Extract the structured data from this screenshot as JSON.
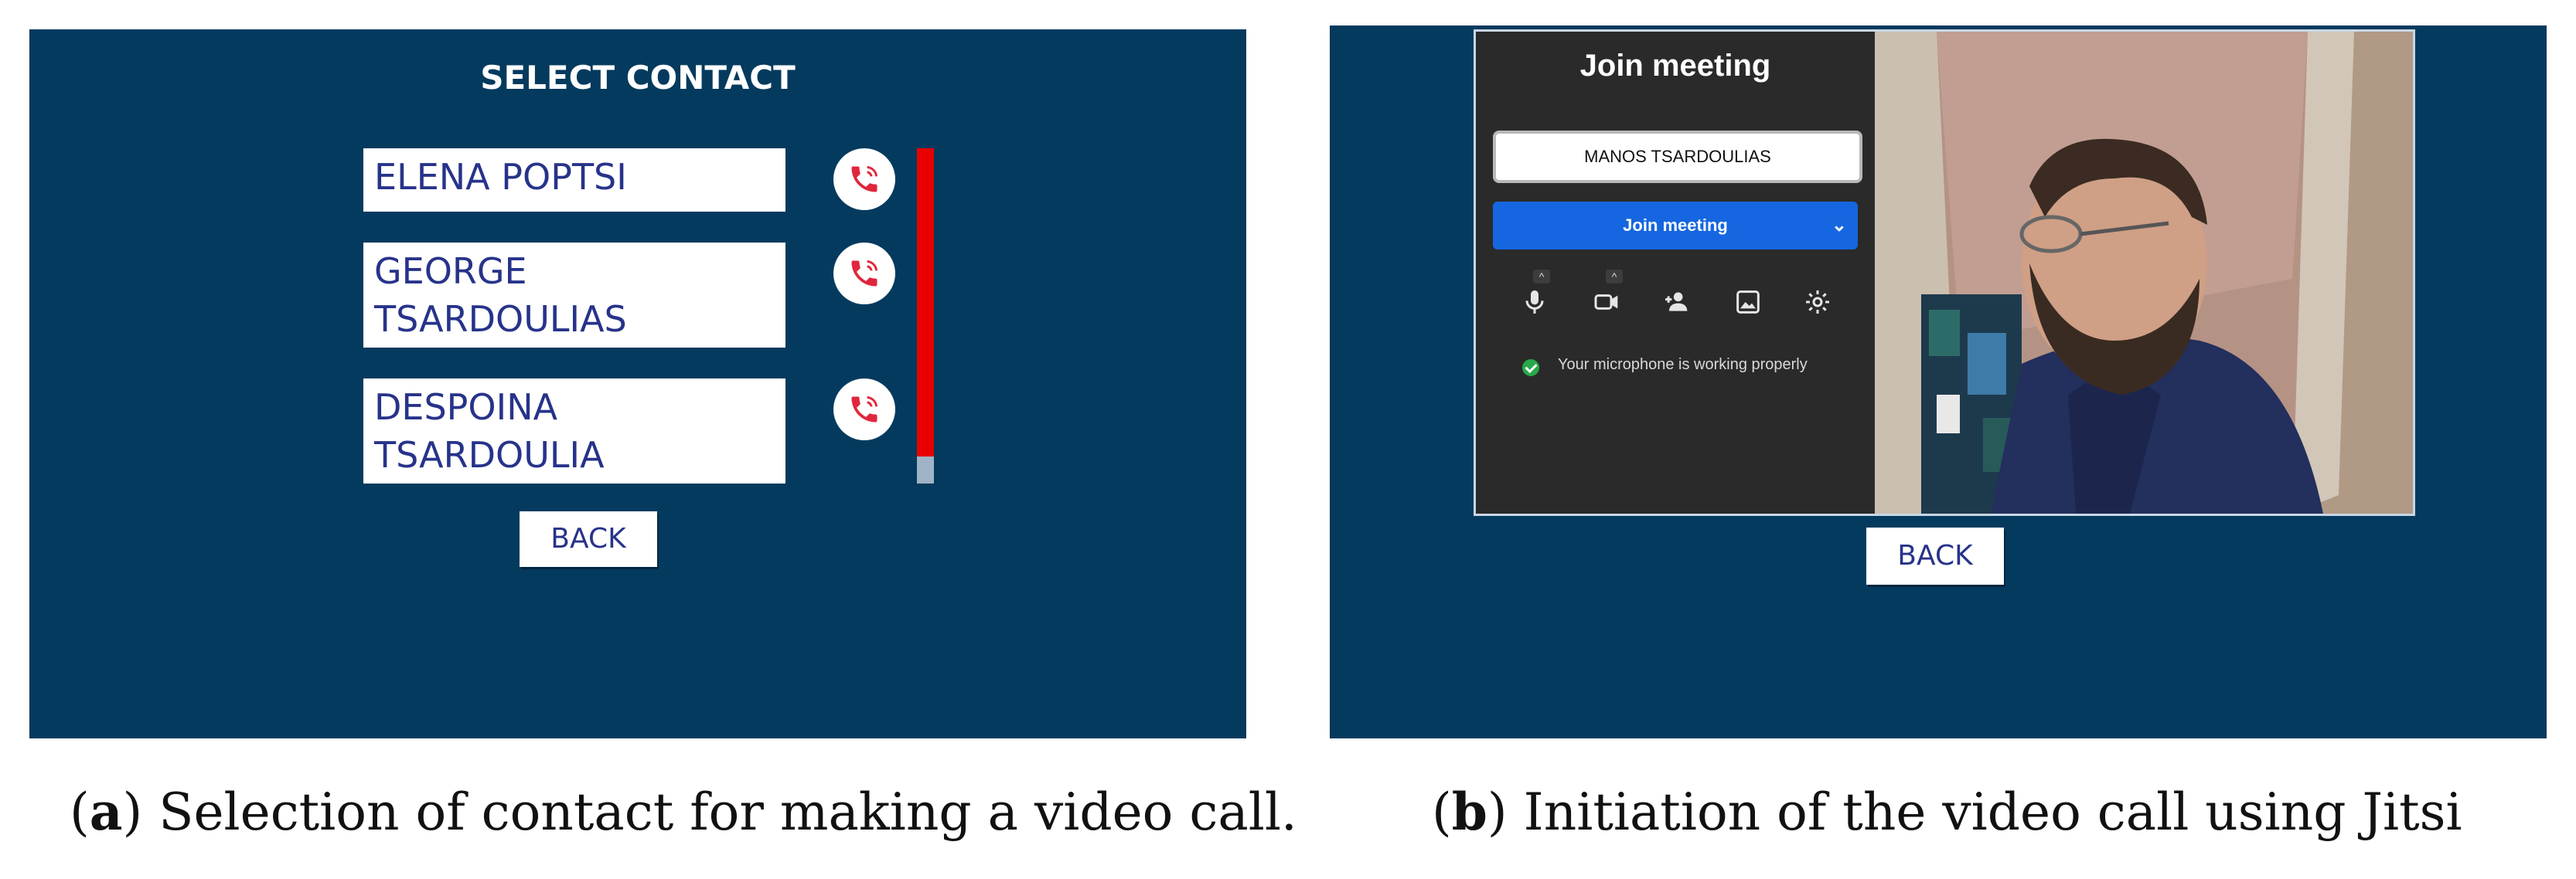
{
  "panel_a": {
    "title": "SELECT CONTACT",
    "contacts": [
      {
        "line1": "ELENA POPTSI",
        "line2": ""
      },
      {
        "line1": "GEORGE",
        "line2": "TSARDOULIAS"
      },
      {
        "line1": "DESPOINA",
        "line2": "TSARDOULIA"
      }
    ],
    "back_label": "BACK",
    "scroll_position": 0.92,
    "colors": {
      "background": "#043a5e",
      "scroll_thumb": "#e80000",
      "call_icon": "#e0263c"
    }
  },
  "panel_b": {
    "join_title": "Join meeting",
    "name_value": "MANOS TSARDOULIAS",
    "join_button_label": "Join meeting",
    "caret_label": "^",
    "mic_status": "Your microphone is working properly",
    "toolbar_icons": [
      "microphone-icon",
      "camera-icon",
      "invite-person-icon",
      "background-image-icon",
      "gear-icon"
    ],
    "back_label": "BACK",
    "colors": {
      "join_button": "#1566e0",
      "status_ok": "#27a84a"
    }
  },
  "captions": {
    "a_label": "a",
    "a_text": "Selection of contact for making a video call.",
    "b_label": "b",
    "b_text": "Initiation of the video call using Jitsi"
  }
}
